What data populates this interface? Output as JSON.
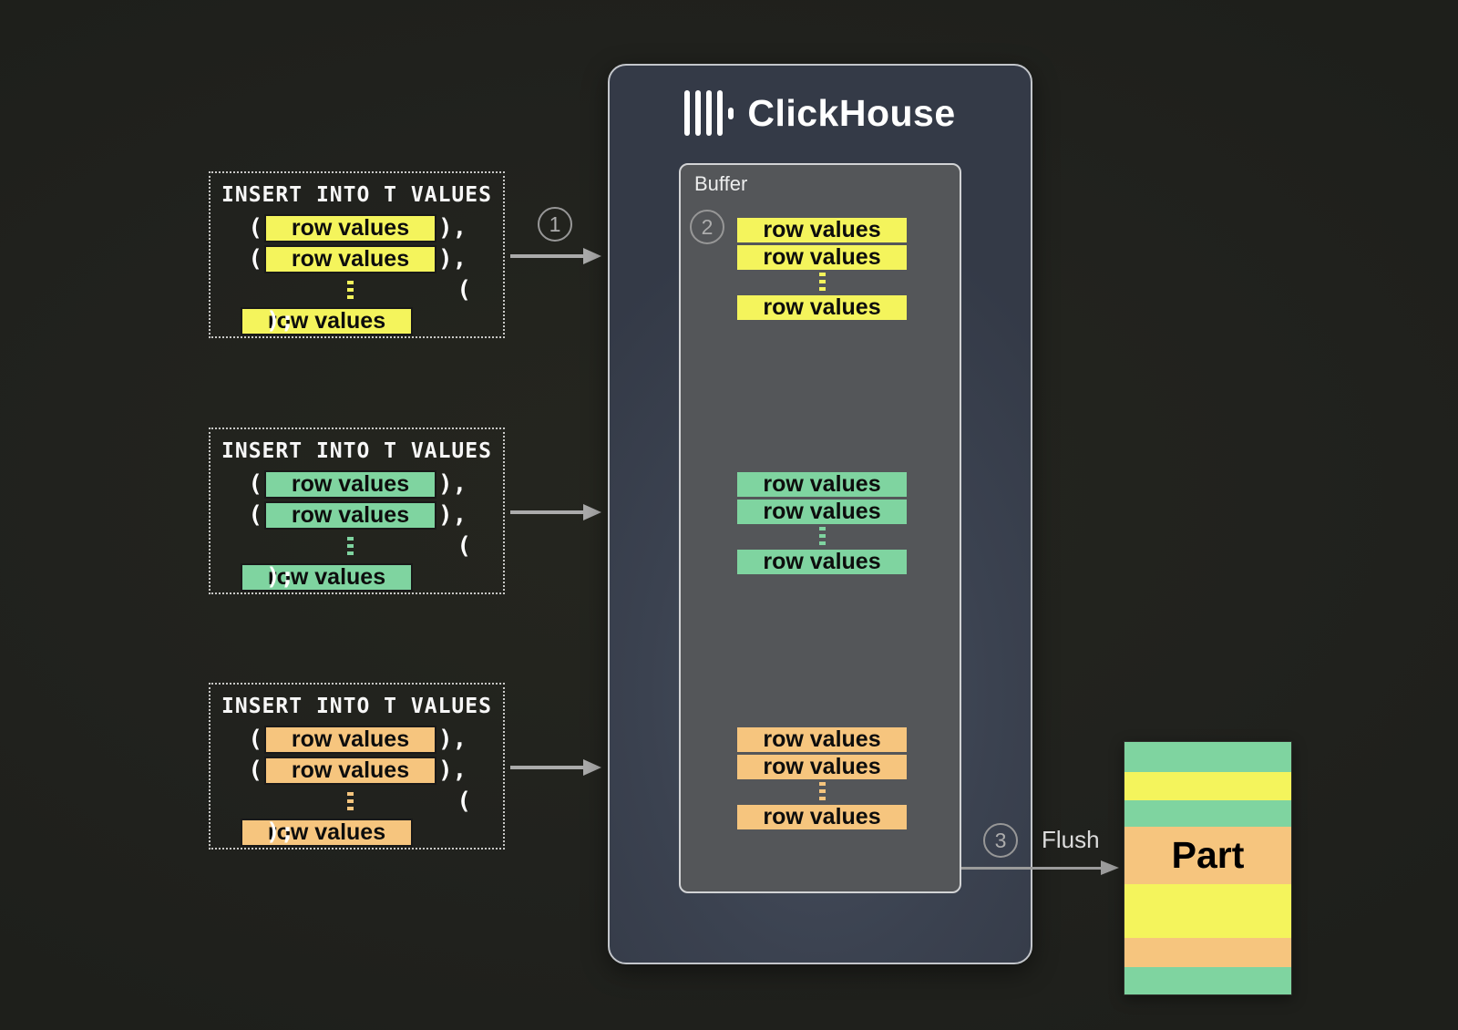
{
  "colors": {
    "yellow": "#f4f45c",
    "green": "#7fd4a0",
    "orange": "#f6c57e"
  },
  "steps": {
    "step1": "1",
    "step2": "2",
    "step3": "3"
  },
  "inserts": [
    {
      "title": "INSERT INTO T VALUES",
      "color": "yellow",
      "open": "(",
      "close_comma": "),",
      "close_semicolon": ");",
      "rows": [
        "row values",
        "row values",
        "row values"
      ]
    },
    {
      "title": "INSERT INTO T VALUES",
      "color": "green",
      "open": "(",
      "close_comma": "),",
      "close_semicolon": ");",
      "rows": [
        "row values",
        "row values",
        "row values"
      ]
    },
    {
      "title": "INSERT INTO T VALUES",
      "color": "orange",
      "open": "(",
      "close_comma": "),",
      "close_semicolon": ");",
      "rows": [
        "row values",
        "row values",
        "row values"
      ]
    }
  ],
  "clickhouse": {
    "title": "ClickHouse",
    "buffer": {
      "label": "Buffer",
      "groups": [
        {
          "color": "yellow",
          "rows": [
            "row values",
            "row values",
            "row values"
          ]
        },
        {
          "color": "green",
          "rows": [
            "row values",
            "row values",
            "row values"
          ]
        },
        {
          "color": "orange",
          "rows": [
            "row values",
            "row values",
            "row values"
          ]
        }
      ]
    }
  },
  "flush": {
    "label": "Flush"
  },
  "part": {
    "label": "Part",
    "stripes": [
      {
        "color": "green",
        "height": 33
      },
      {
        "color": "yellow",
        "height": 31
      },
      {
        "color": "green",
        "height": 29
      },
      {
        "color": "orange",
        "height": 63,
        "has_label": true
      },
      {
        "color": "yellow",
        "height": 59
      },
      {
        "color": "orange",
        "height": 32
      },
      {
        "color": "green",
        "height": 32
      }
    ]
  }
}
